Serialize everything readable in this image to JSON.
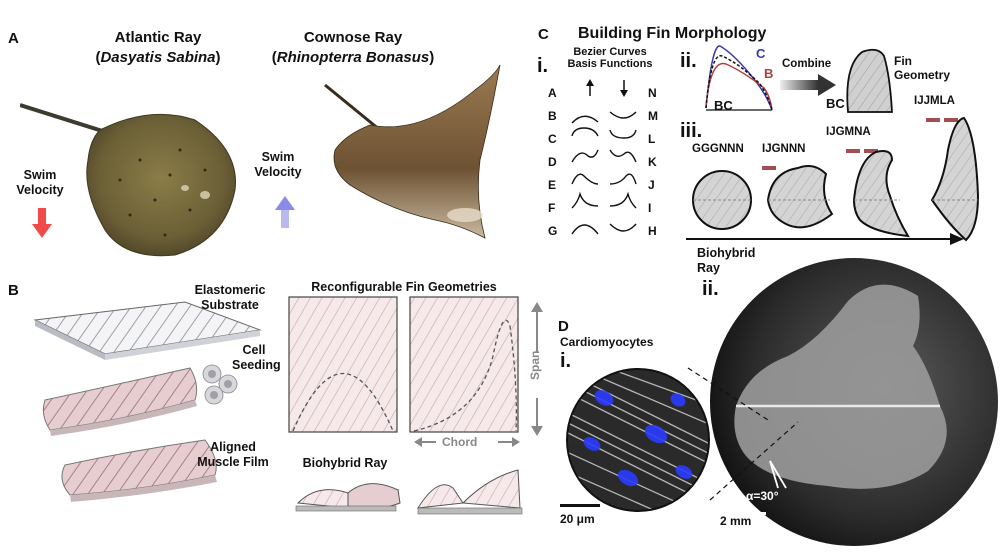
{
  "panelA": {
    "letter": "A",
    "atlantic_name": "Atlantic Ray",
    "atlantic_sci": "Dasyatis Sabina",
    "cownose_name": "Cownose Ray",
    "cownose_sci": "Rhinopterra Bonasus",
    "swim_label_1": "Swim",
    "swim_label_2": "Velocity",
    "colors": {
      "down_arrow": "#f04a4a",
      "up_arrow": "#8a8ae8"
    }
  },
  "panelB": {
    "letter": "B",
    "elastomeric_1": "Elastomeric",
    "elastomeric_2": "Substrate",
    "cell_1": "Cell",
    "cell_2": "Seeding",
    "muscle_1": "Aligned",
    "muscle_2": "Muscle Film",
    "reconf_title": "Reconfigurable Fin Geometries",
    "span": "Span",
    "chord": "Chord",
    "biohybrid": "Biohybrid Ray"
  },
  "panelC": {
    "letter": "C",
    "title": "Building Fin Morphology",
    "roman_i": "i.",
    "roman_ii": "ii.",
    "roman_iii": "iii.",
    "bezier_1": "Bezier Curves",
    "bezier_2": "Basis Functions",
    "left_letters": [
      "A",
      "B",
      "C",
      "D",
      "E",
      "F",
      "G"
    ],
    "right_letters": [
      "N",
      "M",
      "L",
      "K",
      "J",
      "I",
      "H"
    ],
    "curve_c": "C",
    "curve_b": "B",
    "curve_bc": "BC",
    "combine": "Combine",
    "fin_geom_1": "Fin",
    "fin_geom_2": "Geometry",
    "bc_label": "BC",
    "codes": [
      "GGGNNN",
      "IJGNNN",
      "IJGMNA",
      "IJJMLA"
    ]
  },
  "panelD": {
    "letter": "D",
    "biohybrid_1": "Biohybrid",
    "biohybrid_2": "Ray",
    "roman_ii": "ii.",
    "cardio": "Cardiomyocytes",
    "roman_i": "i.",
    "scale_small": "20 μm",
    "scale_large": "2 mm",
    "angle": "α=30°"
  }
}
